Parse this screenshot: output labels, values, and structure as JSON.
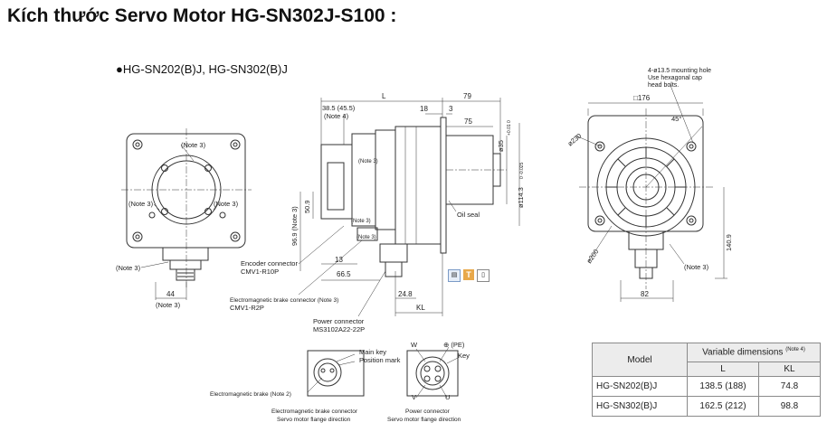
{
  "title": "Kích thước Servo Motor HG-SN302J-S100 :",
  "subtitle": "●HG-SN202(B)J, HG-SN302(B)J",
  "front_view": {
    "note3_top": "(Note 3)",
    "note3_left": "(Note 3)",
    "note3_right": "(Note 3)",
    "note3_bottom": "(Note 3)",
    "dim_44": "44",
    "note3_dim": "(Note 3)"
  },
  "side_view": {
    "L": "L",
    "d79": "79",
    "d38": "38.5 (45.5)",
    "note4": "(Note 4)",
    "d18": "18",
    "d3": "3",
    "d75": "75",
    "d35": "ø35",
    "d35_tol": "+0.01 0",
    "d114": "ø114.3",
    "d114_tol": "0 -0.025",
    "d50": "50.9",
    "d96": "96.9 (Note 3)",
    "note3_a": "(Note 3)",
    "note3_b": "(Note 3)",
    "note3_c": "(Note 3)",
    "oil_seal": "Oil seal",
    "d13": "13",
    "d66": "66.5",
    "d24": "24.8",
    "KL": "KL",
    "enc_conn": "Encoder connector",
    "enc_conn_part": "CMV1-R10P",
    "brake_conn": "Electromagnetic brake connector (Note 3)",
    "brake_conn_part": "CMV1-R2P",
    "power_conn": "Power connector",
    "power_conn_part": "MS3102A22-22P"
  },
  "right_view": {
    "mount_hole": "4-ø13.5 mounting hole",
    "mount_hole_2": "Use hexagonal cap",
    "mount_hole_3": "head bolts.",
    "sq176": "□176",
    "angle45": "45°",
    "d230": "ø230",
    "d200": "ø200",
    "d140": "140.9",
    "d82": "82",
    "note3": "(Note 3)"
  },
  "connectors": {
    "main_key": "Main key",
    "position_mark": "Position mark",
    "brake_note": "Electromagnetic brake (Note 2)",
    "brake_caption_1": "Electromagnetic brake connector",
    "brake_caption_2": "Servo motor flange direction",
    "W": "W",
    "PE": "⊕ (PE)",
    "Key": "Key",
    "V": "V",
    "U": "U",
    "power_caption_1": "Power connector",
    "power_caption_2": "Servo motor flange direction"
  },
  "table": {
    "model_header": "Model",
    "var_header": "Variable dimensions",
    "var_note": "(Note 4)",
    "col_L": "L",
    "col_KL": "KL",
    "rows": [
      {
        "model": "HG-SN202(B)J",
        "L": "138.5 (188)",
        "KL": "74.8"
      },
      {
        "model": "HG-SN302(B)J",
        "L": "162.5 (212)",
        "KL": "98.8"
      }
    ]
  }
}
